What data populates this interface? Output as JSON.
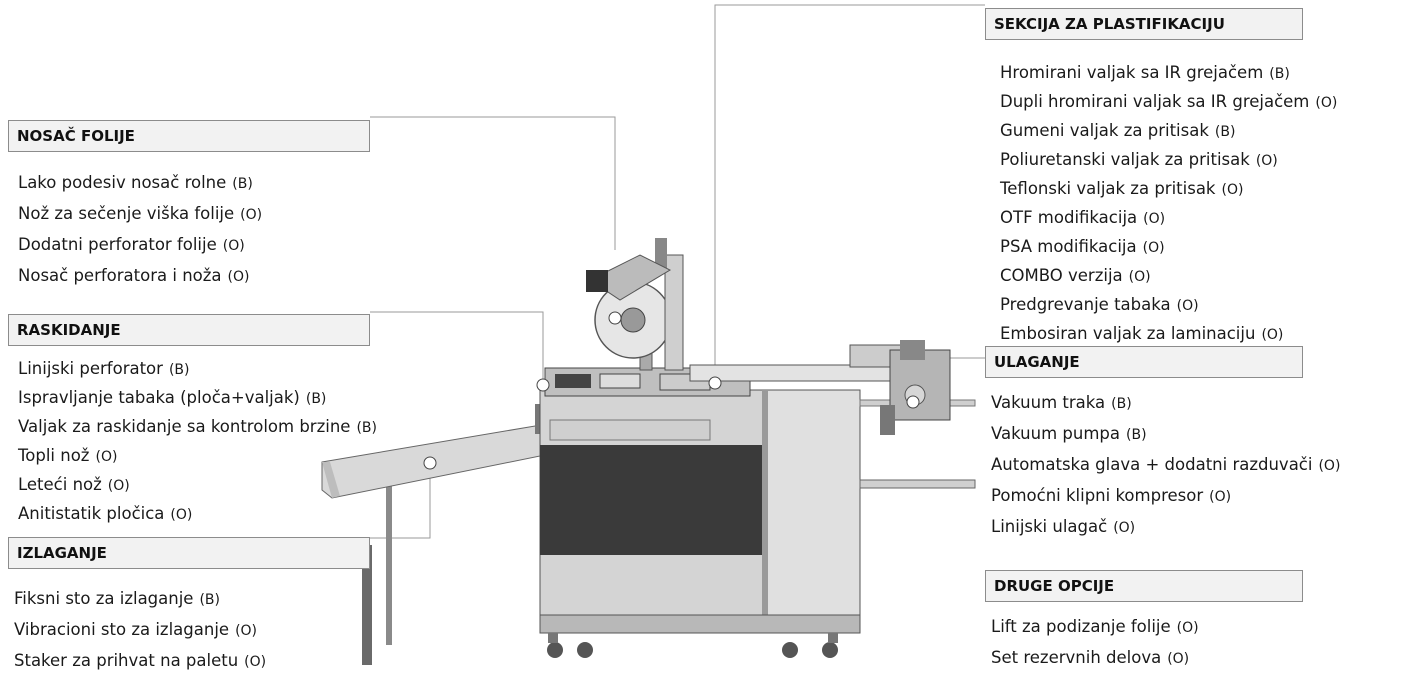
{
  "sections": {
    "nosac": {
      "title": "NOSAČ FOLIJE",
      "items": [
        {
          "label": "Lako podesiv nosač rolne",
          "tag": "(B)"
        },
        {
          "label": "Nož za sečenje viška folije",
          "tag": "(O)"
        },
        {
          "label": "Dodatni perforator folije",
          "tag": "(O)"
        },
        {
          "label": "Nosač perforatora i noža",
          "tag": "(O)"
        }
      ]
    },
    "raskidanje": {
      "title": "RASKIDANJE",
      "items": [
        {
          "label": "Linijski perforator",
          "tag": "(B)"
        },
        {
          "label": "Ispravljanje tabaka (ploča+valjak)",
          "tag": "(B)"
        },
        {
          "label": "Valjak za raskidanje sa kontrolom brzine",
          "tag": "(B)"
        },
        {
          "label": "Topli nož",
          "tag": "(O)"
        },
        {
          "label": "Leteći nož",
          "tag": "(O)"
        },
        {
          "label": "Anitistatik pločica",
          "tag": "(O)"
        }
      ]
    },
    "izlaganje": {
      "title": "IZLAGANJE",
      "items": [
        {
          "label": "Fiksni sto za izlaganje",
          "tag": "(B)"
        },
        {
          "label": "Vibracioni sto za izlaganje",
          "tag": "(O)"
        },
        {
          "label": "Staker za prihvat na paletu",
          "tag": "(O)"
        }
      ]
    },
    "plastifikacija": {
      "title": "SEKCIJA ZA PLASTIFIKACIJU",
      "items": [
        {
          "label": "Hromirani valjak sa IR grejačem",
          "tag": "(B)"
        },
        {
          "label": "Dupli hromirani valjak sa IR grejačem",
          "tag": "(O)"
        },
        {
          "label": "Gumeni valjak za pritisak",
          "tag": "(B)"
        },
        {
          "label": "Poliuretanski valjak za pritisak",
          "tag": "(O)"
        },
        {
          "label": "Teflonski valjak za pritisak",
          "tag": "(O)"
        },
        {
          "label": "OTF modifikacija",
          "tag": "(O)"
        },
        {
          "label": "PSA modifikacija",
          "tag": "(O)"
        },
        {
          "label": "COMBO verzija",
          "tag": "(O)"
        },
        {
          "label": "Predgrevanje tabaka",
          "tag": "(O)"
        },
        {
          "label": "Embosiran valjak za laminaciju",
          "tag": "(O)"
        }
      ]
    },
    "ulaganje": {
      "title": "ULAGANJE",
      "items": [
        {
          "label": "Vakuum traka",
          "tag": "(B)"
        },
        {
          "label": "Vakuum pumpa",
          "tag": "(B)"
        },
        {
          "label": "Automatska glava + dodatni razduvači",
          "tag": "(O)"
        },
        {
          "label": "Pomoćni klipni kompresor",
          "tag": "(O)"
        },
        {
          "label": "Linijski ulagač",
          "tag": "(O)"
        }
      ]
    },
    "druge": {
      "title": "DRUGE OPCIJE",
      "items": [
        {
          "label": "Lift za podizanje folije",
          "tag": "(O)"
        },
        {
          "label": "Set rezervnih delova",
          "tag": "(O)"
        }
      ]
    }
  },
  "colors": {
    "box_fill": "#f2f2f2",
    "box_border": "#8c8c8c",
    "machine_panel": "#3a3a3a",
    "machine_body": "#d9d9d9"
  }
}
